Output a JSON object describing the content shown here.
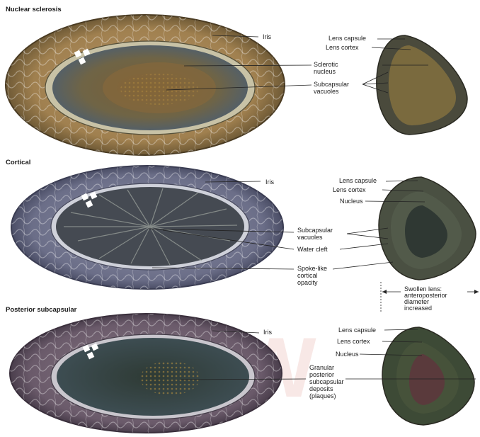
{
  "sections": [
    {
      "title": "Nuclear sclerosis",
      "eye_labels": [
        "Iris",
        "Sclerotic",
        "nucleus",
        "Subcapsular",
        "vacuoles"
      ],
      "lens_labels": [
        "Lens capsule",
        "Lens cortex"
      ]
    },
    {
      "title": "Cortical",
      "eye_labels": [
        "Iris",
        "Subcapsular",
        "vacuoles",
        "Water cleft",
        "Spoke-like",
        "cortical",
        "opacity"
      ],
      "lens_labels": [
        "Lens capsule",
        "Lens cortex",
        "Nucleus"
      ],
      "note": [
        "Swollen lens:",
        "anteroposterior",
        "diameter",
        "increased"
      ]
    },
    {
      "title": "Posterior subcapsular",
      "eye_labels": [
        "Iris",
        "Granular",
        "posterior",
        "subcapsular",
        "deposits",
        "(plaques)"
      ],
      "lens_labels": [
        "Lens capsule",
        "Lens cortex",
        "Nucleus"
      ]
    }
  ],
  "colors": {
    "sclerosis_iris": "#9b7a4e",
    "sclerosis_nucleus": "#7d6a3e",
    "cortical_iris": "#6c6f86",
    "posterior_iris": "#6e5d6e",
    "lens_body": "#3d4a36",
    "watermark": "#f3d7d2"
  }
}
